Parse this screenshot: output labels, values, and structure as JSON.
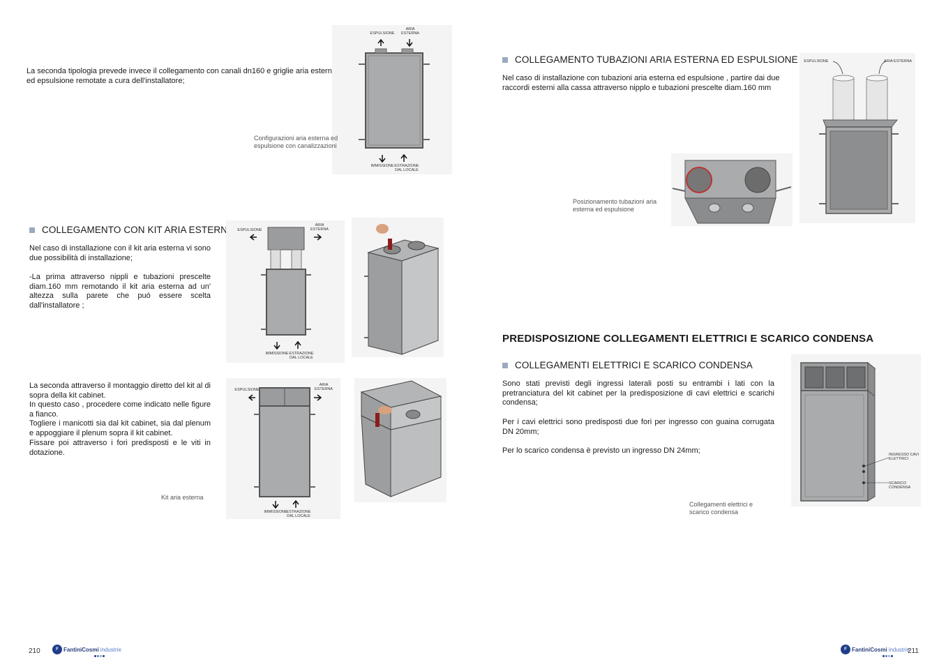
{
  "left_page": {
    "intro_text": "La seconda tipologia prevede invece il collegamento con canali dn160 e griglie aria esterna\ned epsulsione remotate a cura dell'installatore;",
    "figure1": {
      "caption": "Configurazioni aria esterna ed\nespulsione con canalizzazioni",
      "labels": {
        "espulsione": "ESPULSIONE",
        "aria_esterna": "ARIA\nESTERNA",
        "immissione": "IMMISSIONE",
        "estrazione": "ESTRAZIONE\nDAL LOCALE"
      }
    },
    "section_kit": {
      "heading": "COLLEGAMENTO CON KIT ARIA ESTERNA",
      "para1": "Nel caso di installazione con il kit aria esterna vi sono due possibilità di installazione;",
      "para2": "-La prima attraverso nippli e tubazioni prescelte diam.160 mm remotando il kit aria esterna ad un' altezza sulla parete che può essere scelta dall'installatore ;",
      "para3": "La seconda attraverso il montaggio diretto del kit al di sopra della kit cabinet.",
      "para4": "In questo caso , procedere come indicato nelle figure a fianco.",
      "para5": "Togliere i manicotti sia dal kit cabinet, sia dal plenum e appoggiare il plenum sopra il kit cabinet.",
      "para6": "Fissare poi attraverso i fori predisposti e le viti in dotazione.",
      "caption": "Kit aria esterna",
      "fig2_labels": {
        "espulsione": "ESPULSIONE",
        "aria_esterna": "ARIA\nESTERNA",
        "immissione": "IMMISSIONE",
        "estrazione": "ESTRAZIONE\nDAL LOCALE"
      },
      "fig3_labels": {
        "espulsione": "ESPULSIONE",
        "aria_esterna": "ARIA\nESTERNA",
        "immissione": "IMMISSIONE",
        "estrazione": "ESTRAZIONE\nDAL LOCALE"
      }
    },
    "page_number": "210",
    "logo_text": "FantiniCosmi",
    "logo_suffix": "industrie",
    "logo_mark": "F"
  },
  "right_page": {
    "section_tubazioni": {
      "heading": "COLLEGAMENTO TUBAZIONI ARIA ESTERNA ED ESPULSIONE",
      "text": "Nel caso di installazione con tubazioni aria esterna ed espulsione , partire dai due\nraccordi esterni alla cassa attraverso nipplo e tubazioni prescelte diam.160 mm",
      "caption": "Posizionamento tubazioni aria\nesterna ed espulsione",
      "labels": {
        "espulsione": "ESPULSIONE",
        "aria_esterna": "ARIA ESTERNA"
      }
    },
    "main_heading": "PREDISPOSIZIONE COLLEGAMENTI ELETTRICI E SCARICO CONDENSA",
    "section_elettrici": {
      "heading": "COLLEGAMENTI ELETTRICI E SCARICO CONDENSA",
      "para1": "Sono stati previsti degli ingressi laterali posti su entrambi i lati con la pretranciatura del kit cabinet per la predisposizione di cavi elettrici e scarichi condensa;",
      "para2": "Per i cavi elettrici sono predisposti due fori per ingresso con guaina corrugata DN 20mm;",
      "para3": "Per lo scarico condensa è previsto un ingresso DN 24mm;",
      "caption": "Collegamenti elettrici e\nscarico condensa",
      "labels": {
        "ingresso": "INGRESSO CAVI\nELETTRICI",
        "scarico": "SCARICO\nCONDENSA"
      }
    },
    "page_number": "211",
    "logo_text": "FantiniCosmi",
    "logo_suffix": "industrie",
    "logo_mark": "F"
  },
  "colors": {
    "bullet": "#9aa9c0",
    "logo_blue": "#1f3d8a",
    "box_grey": "#a9abad",
    "box_dark": "#4a4a4a"
  }
}
